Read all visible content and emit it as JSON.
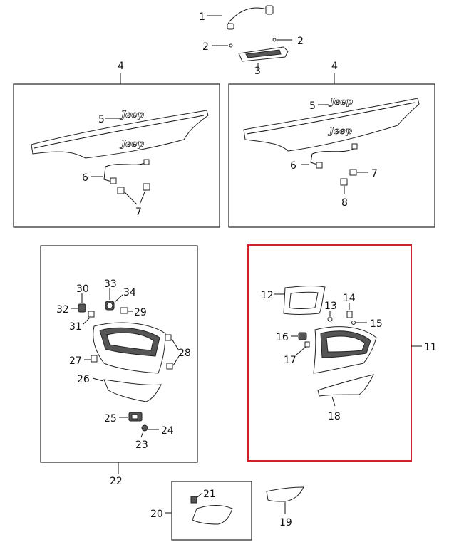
{
  "diagram": {
    "callouts": {
      "c1": "1",
      "c2a": "2",
      "c2b": "2",
      "c3": "3",
      "c4a": "4",
      "c4b": "4",
      "c5a": "5",
      "c5b": "5",
      "c6a": "6",
      "c6b": "6",
      "c7a": "7",
      "c7b": "7",
      "c8": "8",
      "c11": "11",
      "c12": "12",
      "c13": "13",
      "c14": "14",
      "c15": "15",
      "c16": "16",
      "c17": "17",
      "c18": "18",
      "c19": "19",
      "c20": "20",
      "c21": "21",
      "c22": "22",
      "c23": "23",
      "c24": "24",
      "c25": "25",
      "c26": "26",
      "c27": "27",
      "c28": "28",
      "c29": "29",
      "c30": "30",
      "c31": "31",
      "c32": "32",
      "c33": "33",
      "c34": "34"
    },
    "logos": {
      "badge_left_top": "Jeep",
      "badge_left_bottom": "Jeep",
      "badge_right_top": "Jeep",
      "badge_right_bottom": "Jeep"
    },
    "colors": {
      "highlight_box": "#d0202a",
      "line": "#222222"
    }
  }
}
